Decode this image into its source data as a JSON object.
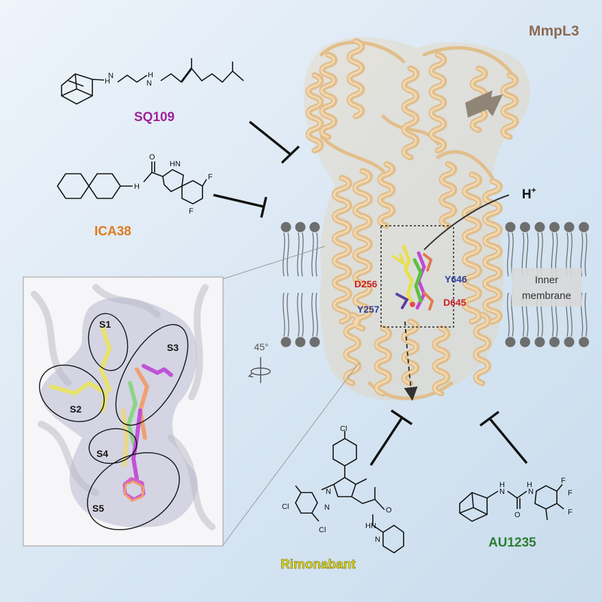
{
  "protein": {
    "name": "MmpL3",
    "name_color": "#8a6a52",
    "ribbon_color": "#e9c99a"
  },
  "proton": {
    "label": "H",
    "charge": "+"
  },
  "membrane": {
    "label_line1": "Inner",
    "label_line2": "membrane"
  },
  "rotation": {
    "label": "45°"
  },
  "residues": [
    {
      "label": "D256",
      "color": "#c8202a"
    },
    {
      "label": "Y646",
      "color": "#2a3e9a"
    },
    {
      "label": "Y257",
      "color": "#2a3e9a"
    },
    {
      "label": "D645",
      "color": "#c8202a"
    }
  ],
  "inhibitors": [
    {
      "name": "SQ109",
      "color": "#a0219b"
    },
    {
      "name": "ICA38",
      "color": "#e07a1f"
    },
    {
      "name": "Rimonabant",
      "color": "#e0d81c"
    },
    {
      "name": "AU1235",
      "color": "#2e7d32"
    }
  ],
  "atom_labels": {
    "nh": "H",
    "n": "N",
    "o": "O",
    "f": "F",
    "cl": "Cl",
    "hn": "HN"
  },
  "pocket": {
    "sites": [
      "S1",
      "S2",
      "S3",
      "S4",
      "S5"
    ]
  },
  "colors": {
    "ligand_yellow": "#e8e36a",
    "ligand_orange": "#f0a070",
    "ligand_green": "#8cd48a",
    "ligand_magenta": "#c052d8"
  }
}
